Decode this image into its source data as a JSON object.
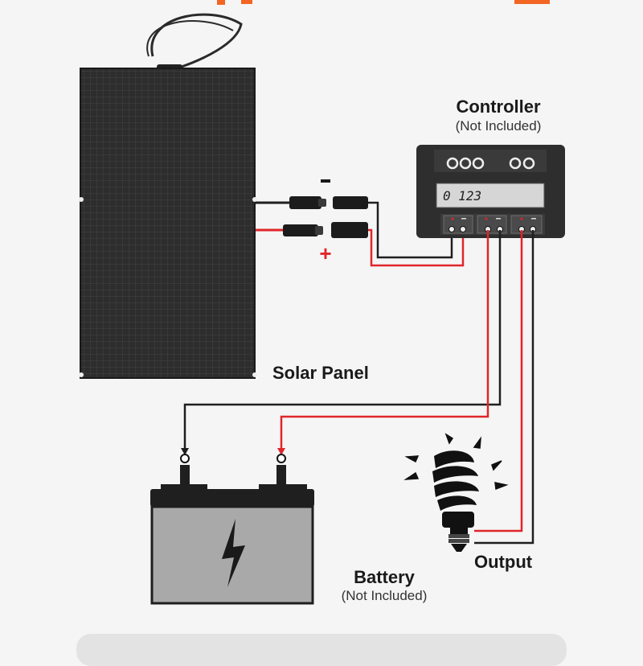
{
  "labels": {
    "controller": "Controller",
    "controller_note": "(Not Included)",
    "solar_panel": "Solar Panel",
    "battery": "Battery",
    "battery_note": "(Not Included)",
    "output": "Output",
    "lcd_reading": "0 123",
    "negative_sign": "-",
    "positive_sign": "+"
  },
  "colors": {
    "background": "#f5f5f5",
    "panel": "#2b2b2b",
    "wire_red": "#e0262b",
    "wire_black": "#1f1f1f",
    "controller_body": "#2e2e2e",
    "lcd": "#d6d6d6",
    "battery_body": "#a9a9a9",
    "title_accent": "#f26522"
  },
  "icons": [
    "solar-panel-icon",
    "mc4-connector-icon",
    "lightning-bolt-icon",
    "lightbulb-icon"
  ]
}
